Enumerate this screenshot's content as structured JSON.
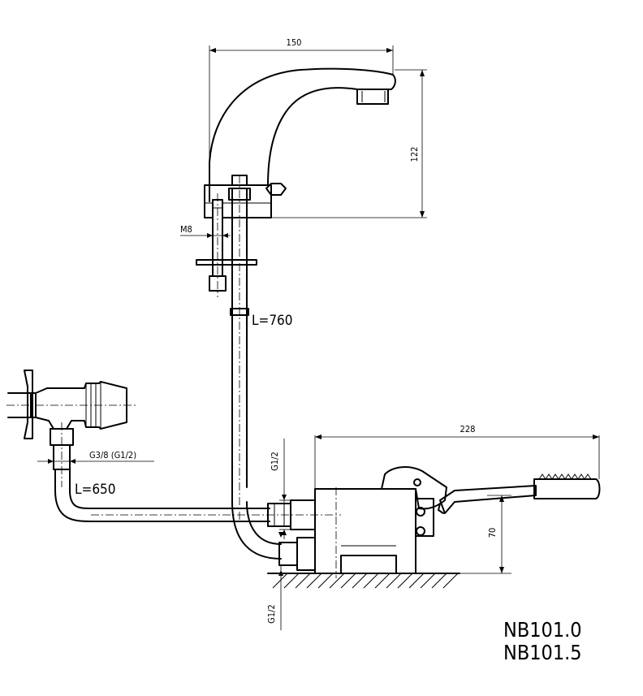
{
  "labels": {
    "width_top": "150",
    "height_spout": "122",
    "bolt": "M8",
    "hose_long": "L=760",
    "hose_short": "L=650",
    "thread_valve": "G3/8 (G1/2)",
    "thread_upper": "G1/2",
    "thread_lower": "G1/2",
    "pedal_length": "228",
    "pedal_height": "70"
  },
  "models": [
    "NB101.0",
    "NB101.5"
  ]
}
